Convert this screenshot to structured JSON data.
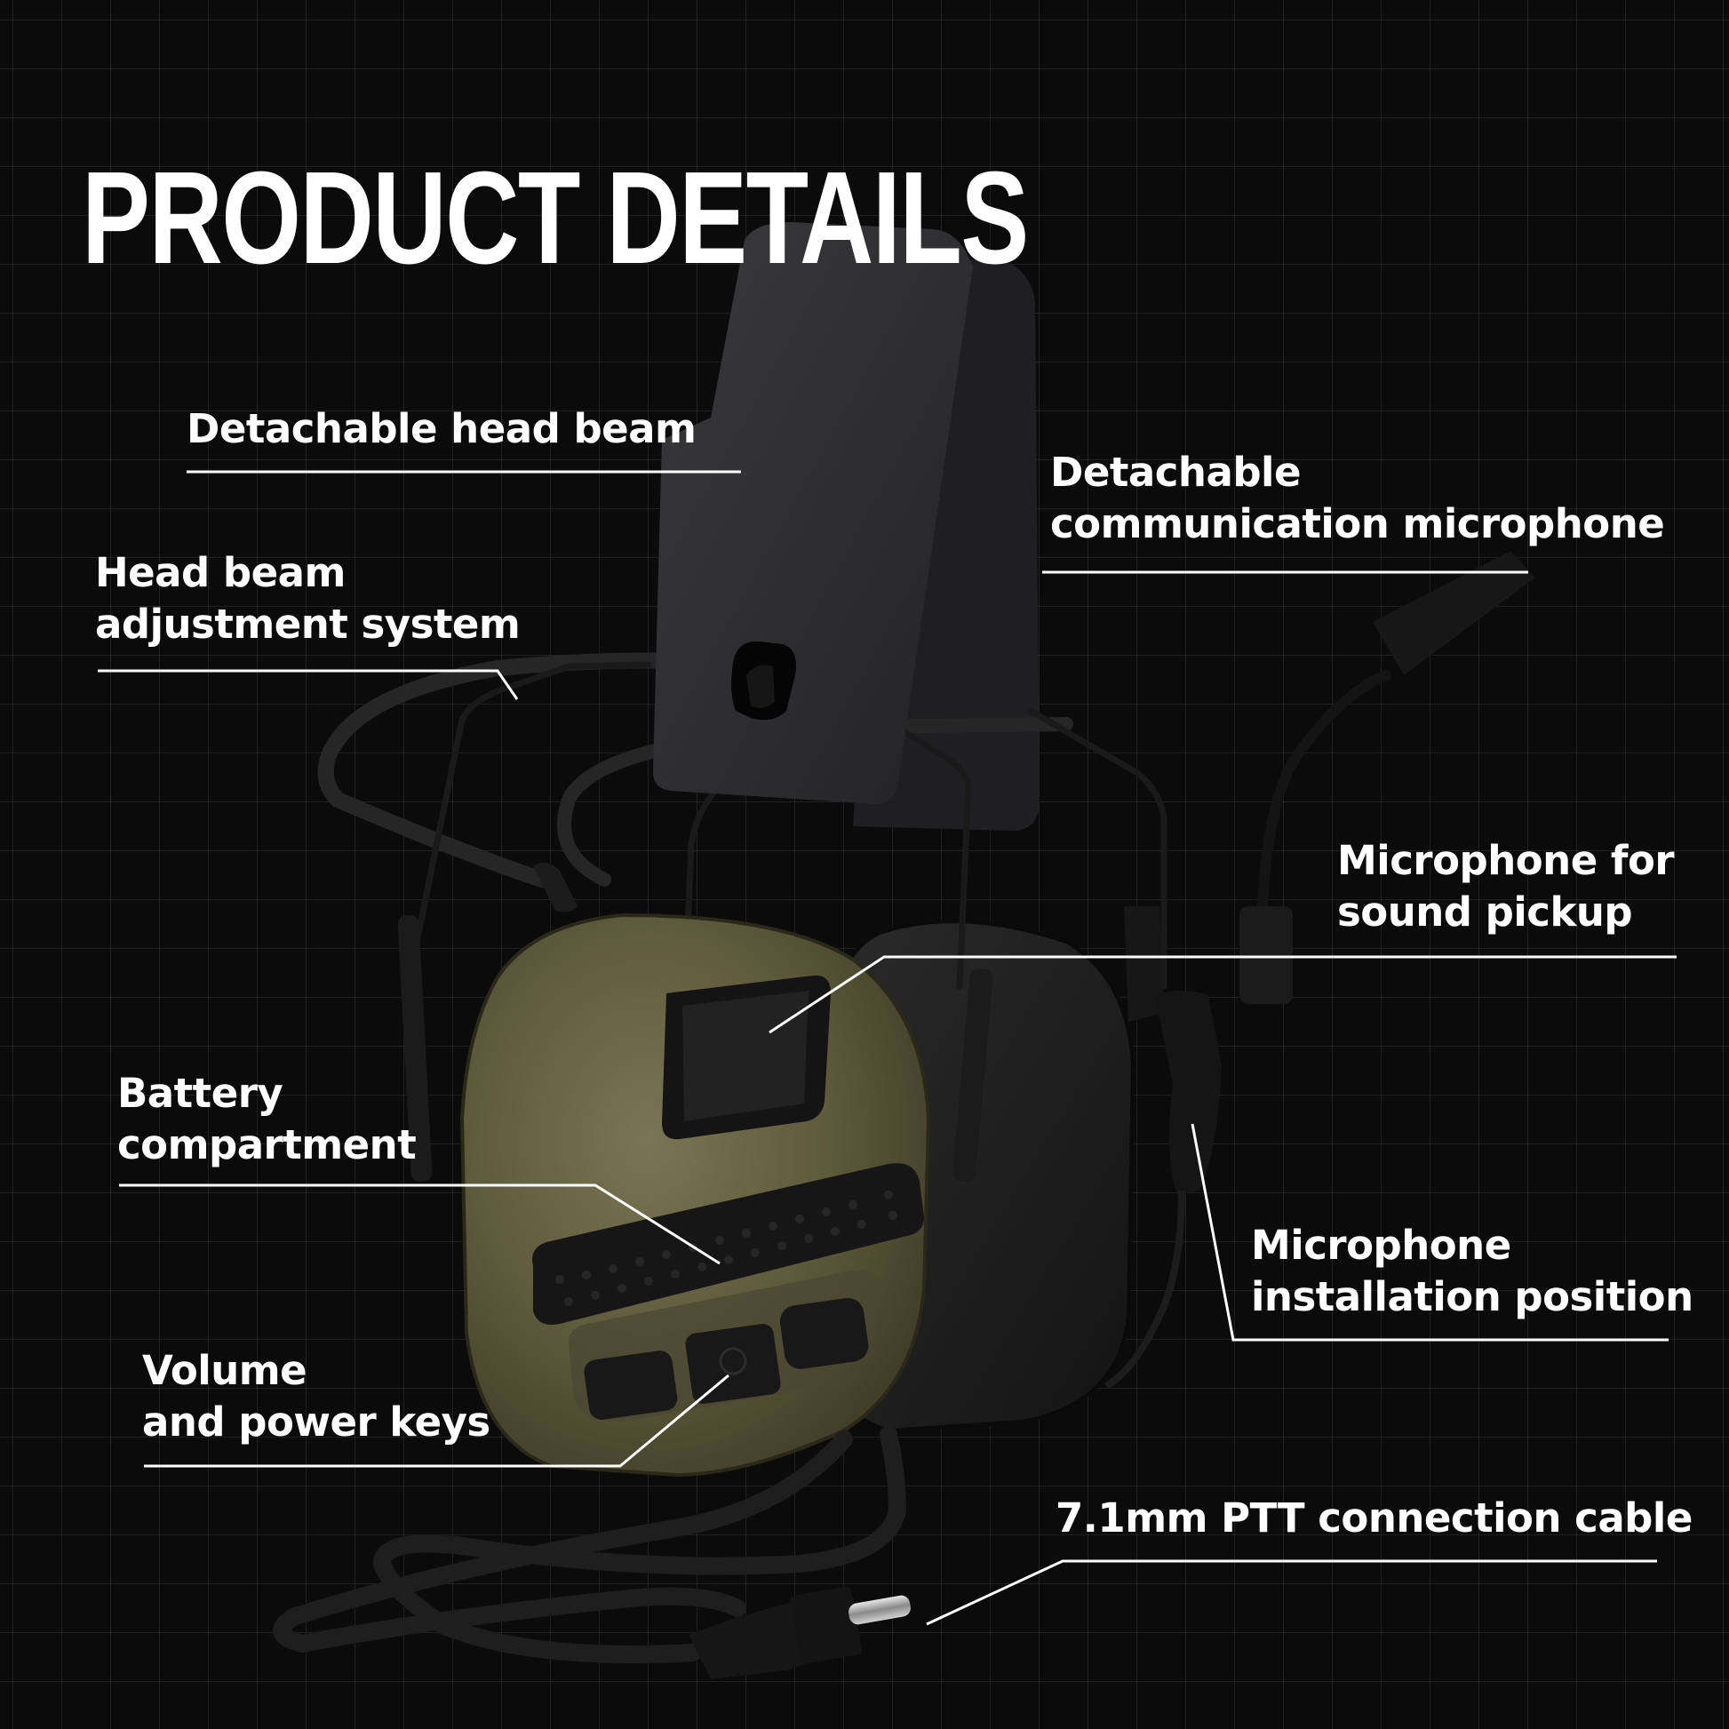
{
  "title": "PRODUCT DETAILS",
  "colors": {
    "background": "#0b0b0b",
    "grid_line": "#262626",
    "text": "#ffffff",
    "earcup_olive": "#5e5a3c",
    "rubber_black": "#1c1c1c"
  },
  "callouts": [
    {
      "id": "head-beam",
      "lines": [
        "Detachable head beam"
      ]
    },
    {
      "id": "comm-mic",
      "lines": [
        "Detachable",
        "communication microphone"
      ]
    },
    {
      "id": "adjustment",
      "lines": [
        "Head beam",
        "adjustment system"
      ]
    },
    {
      "id": "sound-pickup",
      "lines": [
        "Microphone for",
        "sound pickup"
      ]
    },
    {
      "id": "battery",
      "lines": [
        "Battery",
        "compartment"
      ]
    },
    {
      "id": "mic-install",
      "lines": [
        "Microphone",
        "installation position"
      ]
    },
    {
      "id": "keys",
      "lines": [
        "Volume",
        "and power keys"
      ]
    },
    {
      "id": "ptt-cable",
      "lines": [
        "7.1mm PTT connection cable"
      ]
    }
  ]
}
